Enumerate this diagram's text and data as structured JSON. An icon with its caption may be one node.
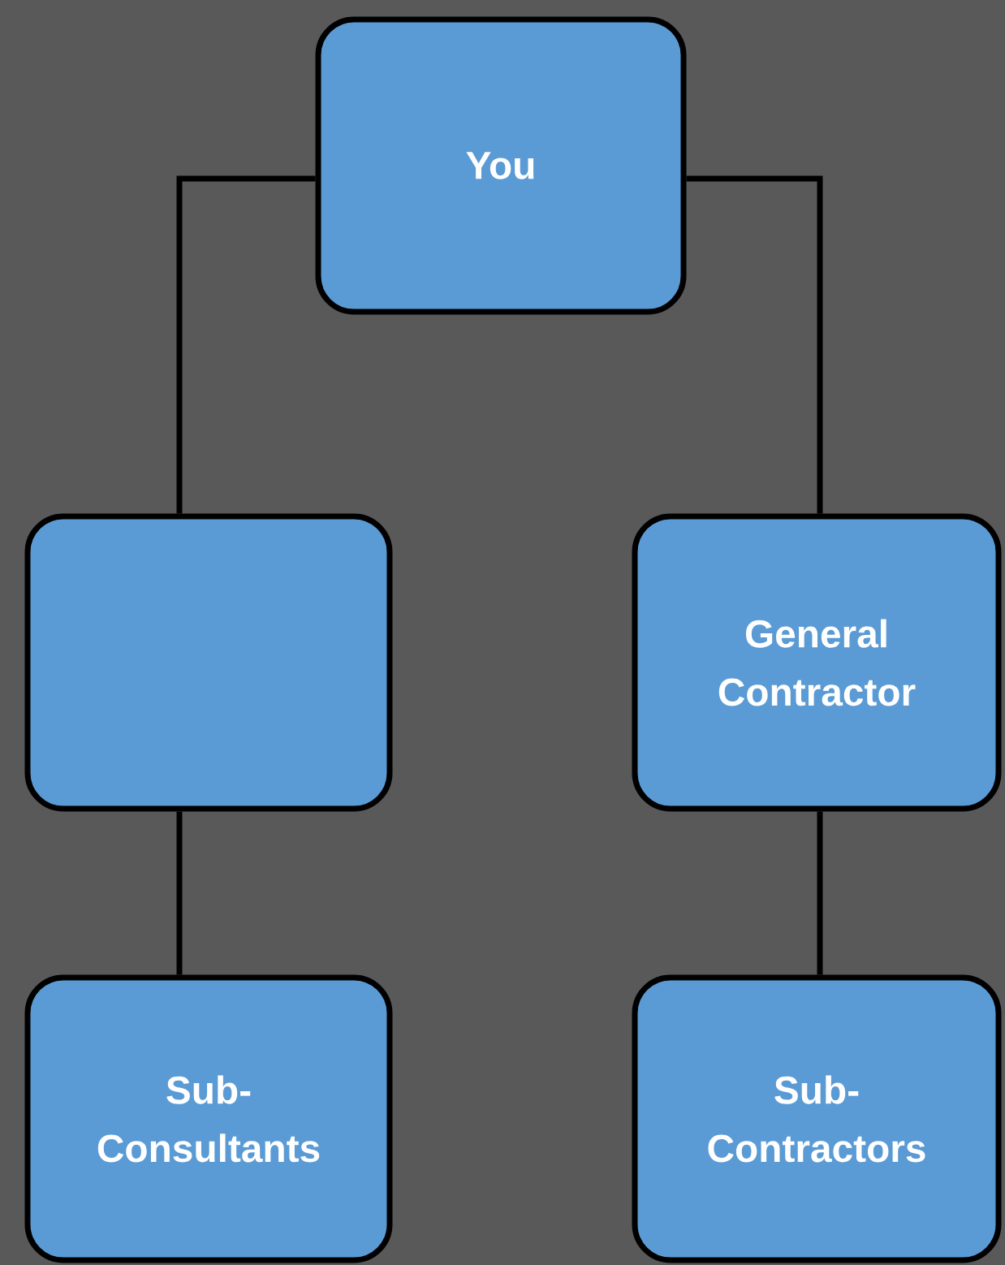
{
  "diagram": {
    "nodes": [
      {
        "text": [
          "You"
        ]
      },
      {
        "text": [],
        "shape": "box"
      },
      {
        "text": [
          "General Contractor"
        ]
      },
      {
        "text": [
          "Sub- Consultants"
        ]
      },
      {
        "text": [
          "Sub- Contractors"
        ]
      }
    ],
    "edges": [
      {
        "from": 0,
        "to": 1,
        "arrow": "none"
      },
      {
        "from": 0,
        "to": 2,
        "arrow": "none"
      },
      {
        "from": 1,
        "to": 3,
        "arrow": "none"
      },
      {
        "from": 2,
        "to": 4,
        "arrow": "none"
      }
    ]
  }
}
